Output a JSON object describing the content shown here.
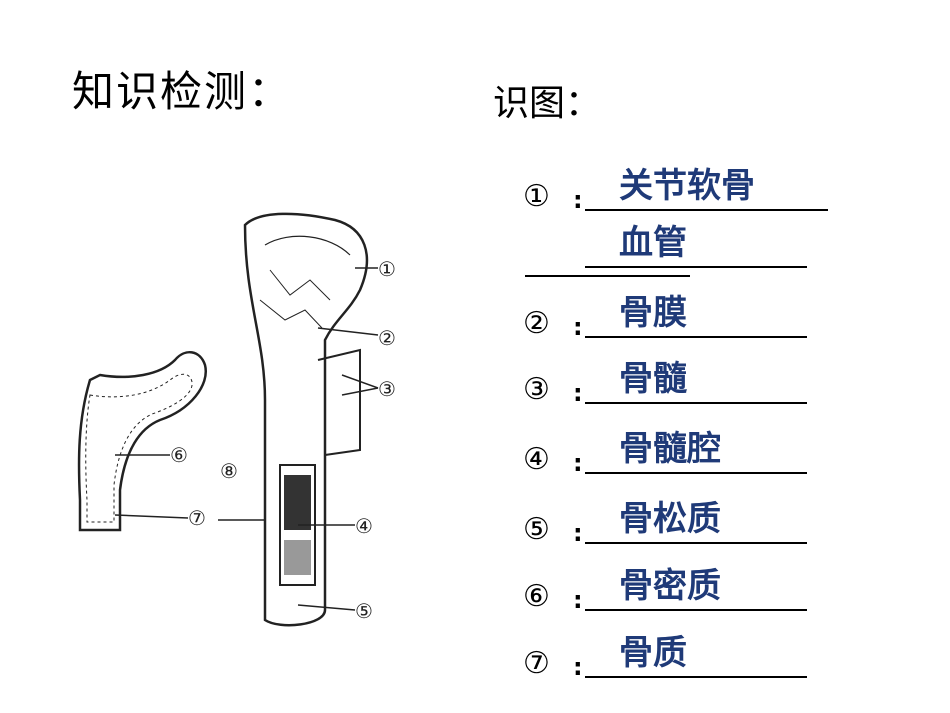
{
  "header": {
    "title": "知识检测：",
    "subtitle": "识图："
  },
  "figure": {
    "markers": [
      "①",
      "②",
      "③",
      "④",
      "⑤",
      "⑥",
      "⑦",
      "⑧"
    ]
  },
  "items": [
    {
      "num": "①",
      "answer": "关节软骨"
    },
    {
      "num": "",
      "answer": "血管"
    },
    {
      "num": "②",
      "answer": "骨膜"
    },
    {
      "num": "③",
      "answer": "骨髓"
    },
    {
      "num": "④",
      "answer": "骨髓腔"
    },
    {
      "num": "⑤",
      "answer": "骨松质"
    },
    {
      "num": "⑥",
      "answer": "骨密质"
    },
    {
      "num": "⑦",
      "answer": "骨质"
    }
  ],
  "colon": ":",
  "colors": {
    "answer": "#1f3a78"
  }
}
